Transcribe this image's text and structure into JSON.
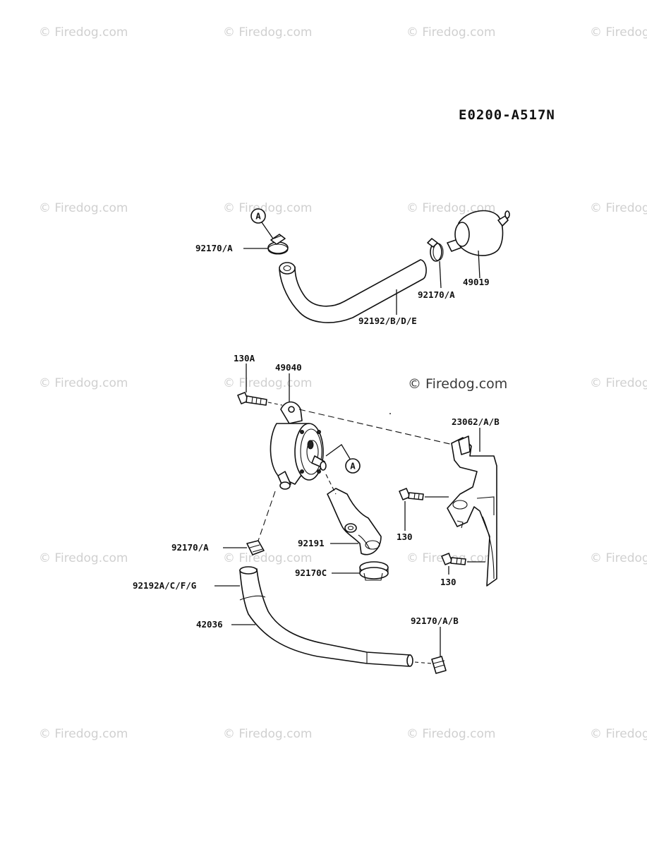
{
  "diagram_code": "E0200-A517N",
  "watermark": "© Firedog.com",
  "callout_letter": "A",
  "part_labels": {
    "clamp_top_left": "92170/A",
    "clamp_top_right": "92170/A",
    "fuel_filter": "49019",
    "hose_top": "92192/B/D/E",
    "bolt_130a": "130A",
    "fuel_pump": "49040",
    "bracket": "23062/A/B",
    "bolt_130_upper": "130",
    "bolt_130_lower": "130",
    "clamp_pump_outlet": "92170/A",
    "elbow_hose": "92191",
    "clamp_c": "92170C",
    "hose_lower": "92192A/C/F/G",
    "hose_42036": "42036",
    "clamp_bottom": "92170/A/B"
  }
}
